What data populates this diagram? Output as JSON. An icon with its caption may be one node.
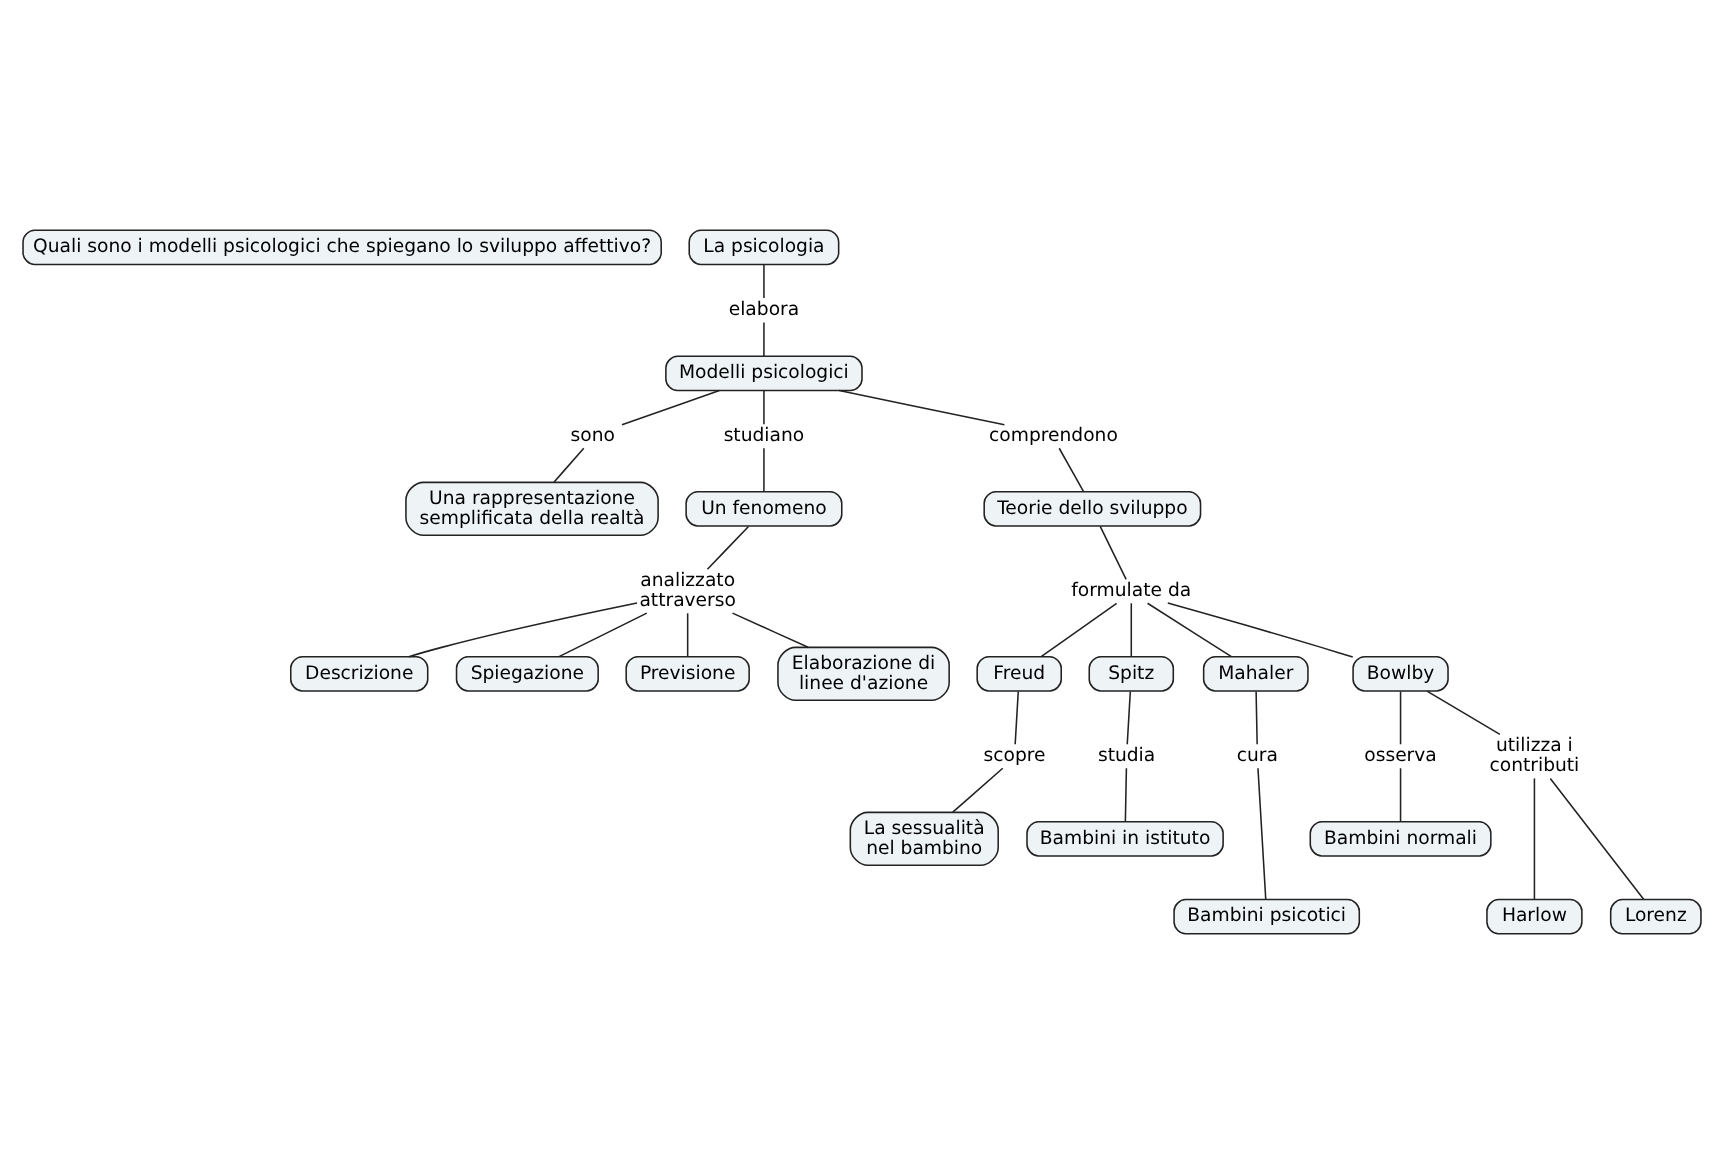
{
  "diagram": {
    "nodes": [
      {
        "text": [
          "Quali sono i modelli psicologici che spiegano lo sviluppo affettivo?"
        ]
      },
      {
        "text": [
          "La psicologia"
        ]
      },
      {
        "text": [
          "elabora"
        ]
      },
      {
        "text": [
          "Modelli psicologici"
        ]
      },
      {
        "text": [
          "sono"
        ]
      },
      {
        "text": [
          "studiano"
        ]
      },
      {
        "text": [
          "comprendono"
        ]
      },
      {
        "text": [
          "Una rappresentazione semplificata della realtà"
        ]
      },
      {
        "text": [
          "Un fenomeno"
        ]
      },
      {
        "text": [
          "Teorie dello sviluppo"
        ]
      },
      {
        "text": [
          "analizzato attraverso"
        ]
      },
      {
        "text": [
          "formulate da"
        ]
      },
      {
        "text": [
          "Descrizione"
        ]
      },
      {
        "text": [
          "Spiegazione"
        ]
      },
      {
        "text": [
          "Previsione"
        ]
      },
      {
        "text": [
          "Elaborazione di linee d'azione"
        ]
      },
      {
        "text": [
          "Freud"
        ]
      },
      {
        "text": [
          "Spitz"
        ]
      },
      {
        "text": [
          "Mahaler"
        ]
      },
      {
        "text": [
          "Bowlby"
        ]
      },
      {
        "text": [
          "scopre"
        ]
      },
      {
        "text": [
          "studia"
        ]
      },
      {
        "text": [
          "cura"
        ]
      },
      {
        "text": [
          "osserva"
        ]
      },
      {
        "text": [
          "utilizza i contributi"
        ]
      },
      {
        "text": [
          "La sessualità nel bambino"
        ]
      },
      {
        "text": [
          "Bambini in istituto"
        ]
      },
      {
        "text": [
          "Bambini normali"
        ]
      },
      {
        "text": [
          "Bambini psicotici"
        ]
      },
      {
        "text": [
          "Harlow"
        ]
      },
      {
        "text": [
          "Lorenz"
        ]
      }
    ],
    "edges": [
      {
        "from": 1,
        "to": 2,
        "arrow": "none"
      },
      {
        "from": 2,
        "to": 3,
        "arrow": "none"
      },
      {
        "from": 3,
        "to": 4,
        "arrow": "none"
      },
      {
        "from": 4,
        "to": 7,
        "arrow": "none"
      },
      {
        "from": 3,
        "to": 5,
        "arrow": "none"
      },
      {
        "from": 5,
        "to": 8,
        "arrow": "none"
      },
      {
        "from": 3,
        "to": 6,
        "arrow": "none"
      },
      {
        "from": 6,
        "to": 9,
        "arrow": "none"
      },
      {
        "from": 8,
        "to": 10,
        "arrow": "none"
      },
      {
        "from": 10,
        "to": 12,
        "arrow": "none"
      },
      {
        "from": 10,
        "to": 13,
        "arrow": "none"
      },
      {
        "from": 10,
        "to": 14,
        "arrow": "none"
      },
      {
        "from": 10,
        "to": 15,
        "arrow": "none"
      },
      {
        "from": 9,
        "to": 11,
        "arrow": "none"
      },
      {
        "from": 11,
        "to": 16,
        "arrow": "none"
      },
      {
        "from": 11,
        "to": 17,
        "arrow": "none"
      },
      {
        "from": 11,
        "to": 18,
        "arrow": "none"
      },
      {
        "from": 11,
        "to": 19,
        "arrow": "none"
      },
      {
        "from": 16,
        "to": 20,
        "arrow": "none"
      },
      {
        "from": 20,
        "to": 25,
        "arrow": "none"
      },
      {
        "from": 17,
        "to": 21,
        "arrow": "none"
      },
      {
        "from": 21,
        "to": 26,
        "arrow": "none"
      },
      {
        "from": 18,
        "to": 22,
        "arrow": "none"
      },
      {
        "from": 22,
        "to": 28,
        "arrow": "none"
      },
      {
        "from": 19,
        "to": 23,
        "arrow": "none"
      },
      {
        "from": 23,
        "to": 27,
        "arrow": "none"
      },
      {
        "from": 19,
        "to": 24,
        "arrow": "none"
      },
      {
        "from": 24,
        "to": 29,
        "arrow": "none"
      },
      {
        "from": 24,
        "to": 30,
        "arrow": "none"
      }
    ]
  }
}
